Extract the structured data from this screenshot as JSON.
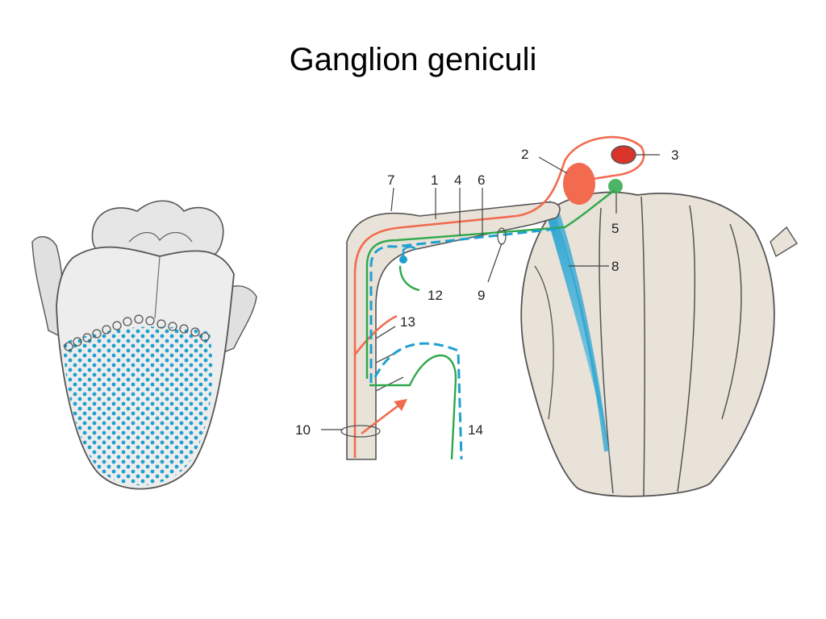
{
  "title": "Ganglion geniculi",
  "labels": {
    "l1": "1",
    "l2": "2",
    "l3": "3",
    "l4": "4",
    "l5": "5",
    "l6": "6",
    "l7": "7",
    "l8": "8",
    "l9": "9",
    "l10": "10",
    "l12": "12",
    "l13": "13",
    "l14": "14"
  },
  "colors": {
    "orange_nerve": "#f26b4f",
    "green_nerve": "#2ea84a",
    "blue_nerve": "#1ea0d0",
    "brainstem": "#e8e2d8",
    "outline": "#555555"
  }
}
